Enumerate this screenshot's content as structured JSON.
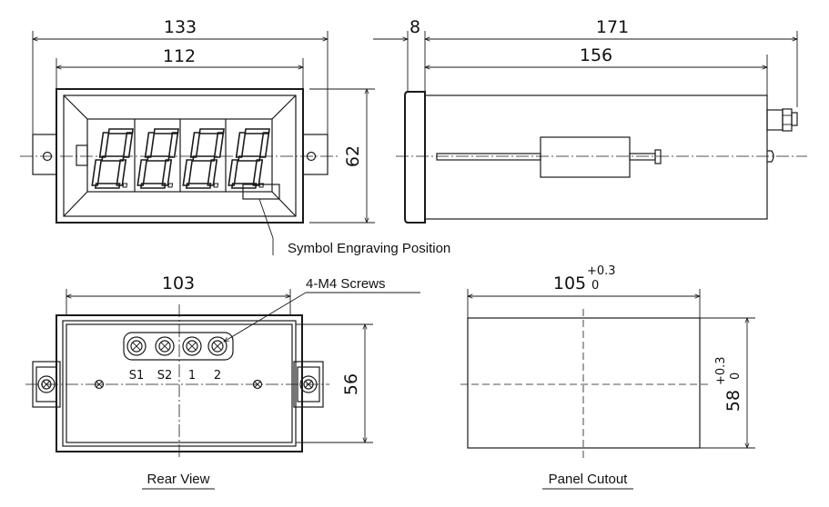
{
  "front": {
    "width_total": "133",
    "width_body": "112",
    "height": "62",
    "display_digits": "8.8.8.8."
  },
  "side": {
    "bezel_depth": "8",
    "total_depth": "171",
    "body_depth": "156"
  },
  "rear": {
    "width": "103",
    "height": "56",
    "screws_label": "4-M4 Screws",
    "terminals": [
      "S1",
      "S2",
      "1",
      "2"
    ],
    "caption": "Rear View"
  },
  "cutout": {
    "width": "105",
    "width_tol_upper": "+0.3",
    "width_tol_lower": "0",
    "height": "58",
    "height_tol_upper": "+0.3",
    "height_tol_lower": "0",
    "caption": "Panel Cutout"
  },
  "engraving_label": "Symbol Engraving Position"
}
